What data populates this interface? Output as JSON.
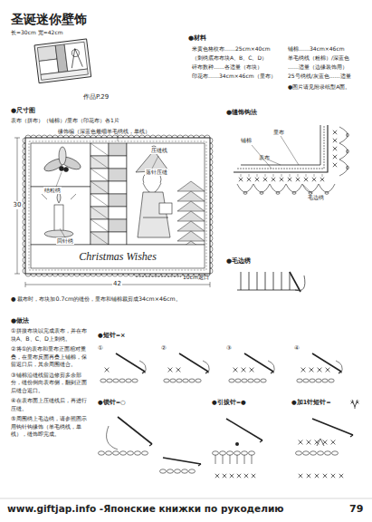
{
  "diagram": {
    "title": "圣诞迷你壁饰",
    "nodes": [
      {
        "text": [
          "Christmas Wishes"
        ]
      }
    ],
    "labels": [
      "圣诞迷你壁饰",
      "长=30cm 宽=42cm",
      "作品P.29",
      "●材料",
      "米黄色格纹布……25cm×40cm",
      "（刺绣底布布块A、B、C、D）",
      "碎布数种……各适量（布块）",
      "印花布……34cm×46cm（里布）",
      "铺棉……34cm×46cm",
      "羊毛绣线（粗棉）/深蓝色",
      "……适量（边缘装饰用）",
      "25号绣线/灰蓝色……适量",
      "●图片请见附录纸型A面。",
      "●尺寸图",
      "表布（拼布）（铺棉）/里布（印花布）各1片",
      "缘饰编（深蓝色最细羊毛绣线，单线）",
      "压缝线",
      "落针压缝",
      "结粒绣",
      "回针绣",
      "30",
      "42",
      "10cm返口",
      "●缝饰钩法",
      "里布",
      "表布",
      "铺棉",
      "毛边绣",
      "●毛边绣",
      "● 裁布时，布块加0.7cm的缝份，里布和铺棉裁剪成34cm×46cm。",
      "●做法",
      "①拼接布块以完成表布，并在布块A、B、C、D上刺绣。",
      "②将①的表布和里布正面相对重叠，在里布反面再叠上铺棉，保留返口后，其余周围缝合。",
      "③铺棉沿缝线留边修剪多余部分，缝份倒向表布侧，翻到正面后缝合返口。",
      "④在表布面上压缝线后，再进行压缝。",
      "⑤周围绣上毛边绣，请参照图示用钩针钩缘饰（羊毛绣线，单线），缝饰即完成。",
      "●短针=×",
      "①",
      "②",
      "③",
      "④",
      "●锁针=○",
      "●引拔针=●",
      "●加1针短针=",
      "www.giftjap.info -Японские книжки по рукоделию",
      "79"
    ]
  }
}
